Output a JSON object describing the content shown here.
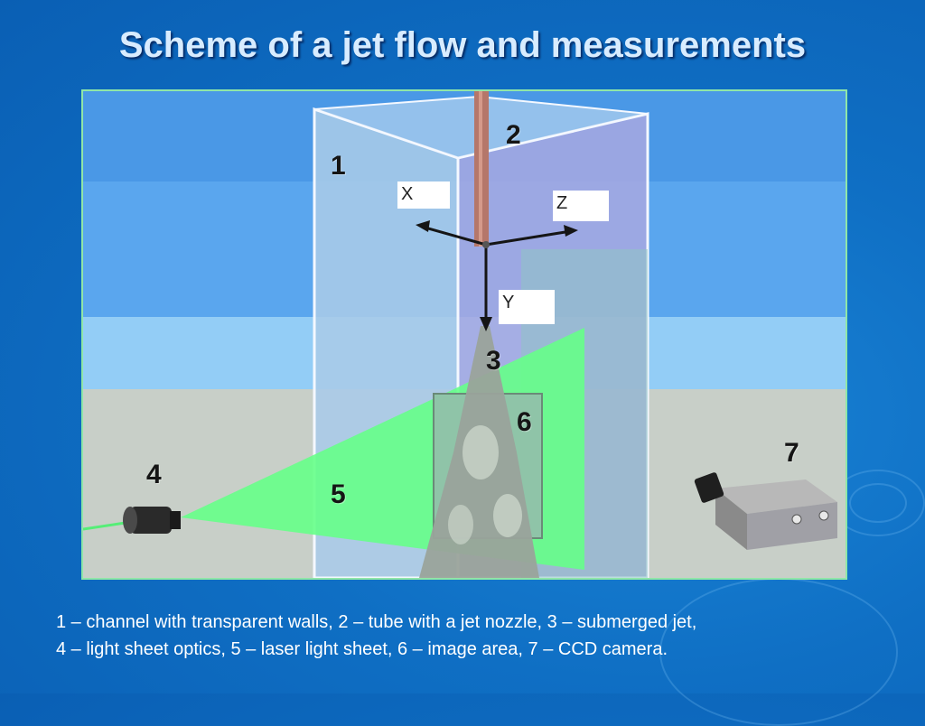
{
  "title": "Scheme of a jet flow and measurements",
  "axes": {
    "x": "X",
    "y": "Y",
    "z": "Z"
  },
  "labels": {
    "n1": "1",
    "n2": "2",
    "n3": "3",
    "n4": "4",
    "n5": "5",
    "n6": "6",
    "n7": "7"
  },
  "caption": {
    "line1": "1 – channel with transparent walls, 2 – tube with a jet nozzle, 3 – submerged jet,",
    "line2": "4 – light sheet optics, 5 – laser light sheet, 6 – image area, 7 – CCD camera."
  },
  "colors": {
    "laser": "#66ff88",
    "channel_left": "#a9cbe8",
    "channel_right": "#a8a8e0",
    "tube": "#b5776a",
    "jet": "#9aa39b"
  }
}
